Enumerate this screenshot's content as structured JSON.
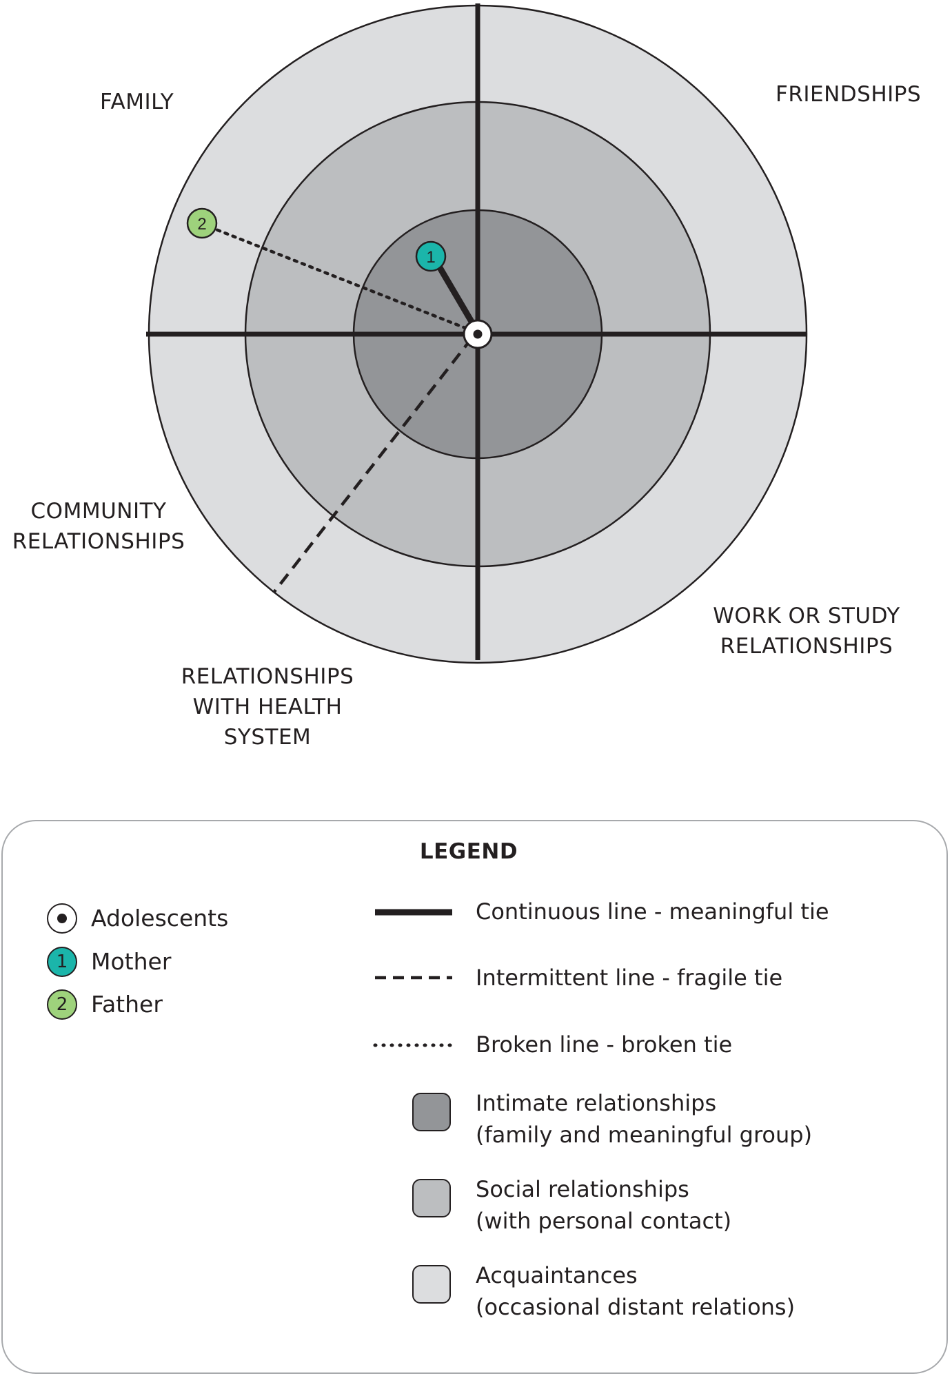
{
  "sectors": {
    "family": "FAMILY",
    "friendships": "FRIENDSHIPS",
    "community": [
      "COMMUNITY",
      "RELATIONSHIPS"
    ],
    "health": [
      "RELATIONSHIPS",
      "WITH HEALTH",
      "SYSTEM"
    ],
    "work": [
      "WORK OR STUDY",
      "RELATIONSHIPS"
    ]
  },
  "nodes": {
    "mother": "1",
    "father": "2"
  },
  "legend": {
    "title": "LEGEND",
    "people": [
      {
        "label": "Adolescents"
      },
      {
        "number": "1",
        "label": "Mother",
        "color": "#1bb5aa"
      },
      {
        "number": "2",
        "label": "Father",
        "color": "#9ed27c"
      }
    ],
    "lines": [
      {
        "label": "Continuous line - meaningful tie"
      },
      {
        "label": "Intermittent line - fragile tie"
      },
      {
        "label": "Broken line - broken tie"
      }
    ],
    "zones": [
      {
        "line1": "Intimate relationships",
        "line2": "(family and meaningful group)",
        "color": "#939598"
      },
      {
        "line1": "Social relationships",
        "line2": "(with personal contact)",
        "color": "#bcbec0"
      },
      {
        "line1": "Acquaintances",
        "line2": "(occasional distant relations)",
        "color": "#dcdddf"
      }
    ]
  }
}
